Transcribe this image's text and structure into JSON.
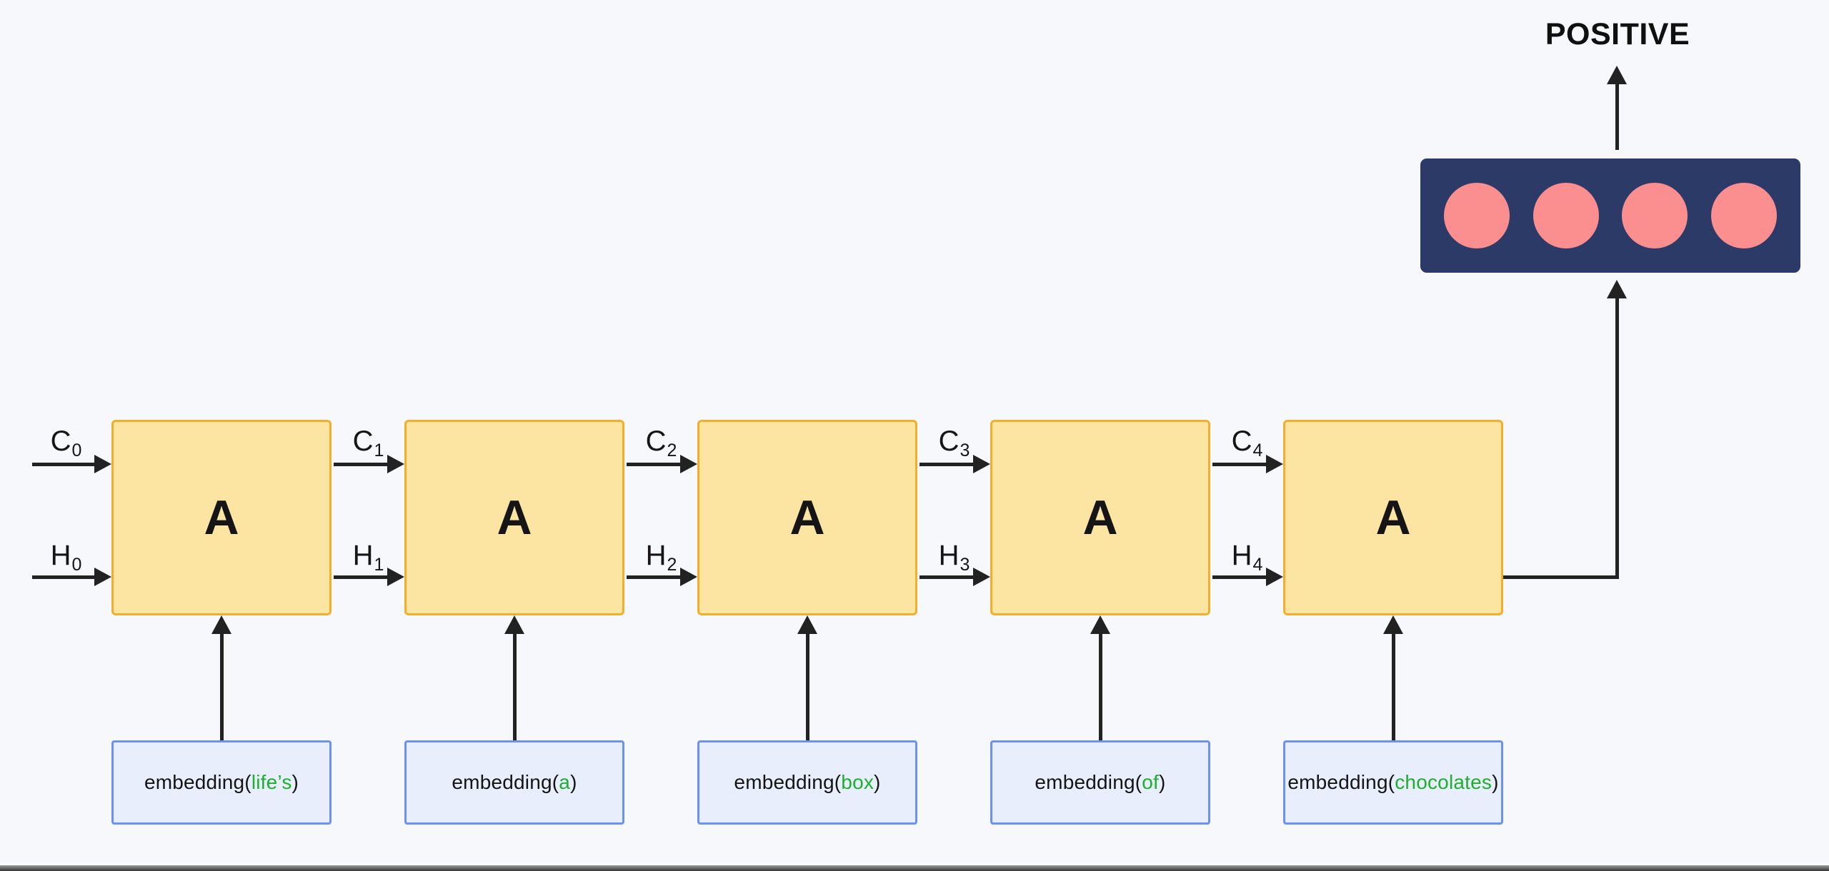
{
  "diagram": {
    "prediction_label": "POSITIVE",
    "cell_count": 5,
    "neuron_count": 4
  },
  "columns": [
    {
      "cell_label": "A",
      "embedding": {
        "prefix": "embedding(",
        "word": "life’s",
        "suffix": ")"
      }
    },
    {
      "cell_label": "A",
      "embedding": {
        "prefix": "embedding(",
        "word": "a",
        "suffix": ")"
      }
    },
    {
      "cell_label": "A",
      "embedding": {
        "prefix": "embedding(",
        "word": "box",
        "suffix": ")"
      }
    },
    {
      "cell_label": "A",
      "embedding": {
        "prefix": "embedding(",
        "word": "of",
        "suffix": ")"
      }
    },
    {
      "cell_label": "A",
      "embedding": {
        "prefix": "embedding(",
        "word": "chocolates",
        "suffix": ")"
      }
    }
  ],
  "c_labels": [
    {
      "letter": "C",
      "sub": "0"
    },
    {
      "letter": "C",
      "sub": "1"
    },
    {
      "letter": "C",
      "sub": "2"
    },
    {
      "letter": "C",
      "sub": "3"
    },
    {
      "letter": "C",
      "sub": "4"
    }
  ],
  "h_labels": [
    {
      "letter": "H",
      "sub": "0"
    },
    {
      "letter": "H",
      "sub": "1"
    },
    {
      "letter": "H",
      "sub": "2"
    },
    {
      "letter": "H",
      "sub": "3"
    },
    {
      "letter": "H",
      "sub": "4"
    }
  ],
  "colors": {
    "background": "#f7f8fc",
    "cell_fill": "#fce4a3",
    "cell_border": "#f2ae2d",
    "embedding_fill": "#e8eefc",
    "embedding_border": "#6a92f4",
    "embedding_word_green": "#1db02f",
    "dense_layer_navy": "#2b3a67",
    "neuron_pink": "#fb8e8e",
    "arrow_black": "#222222"
  }
}
